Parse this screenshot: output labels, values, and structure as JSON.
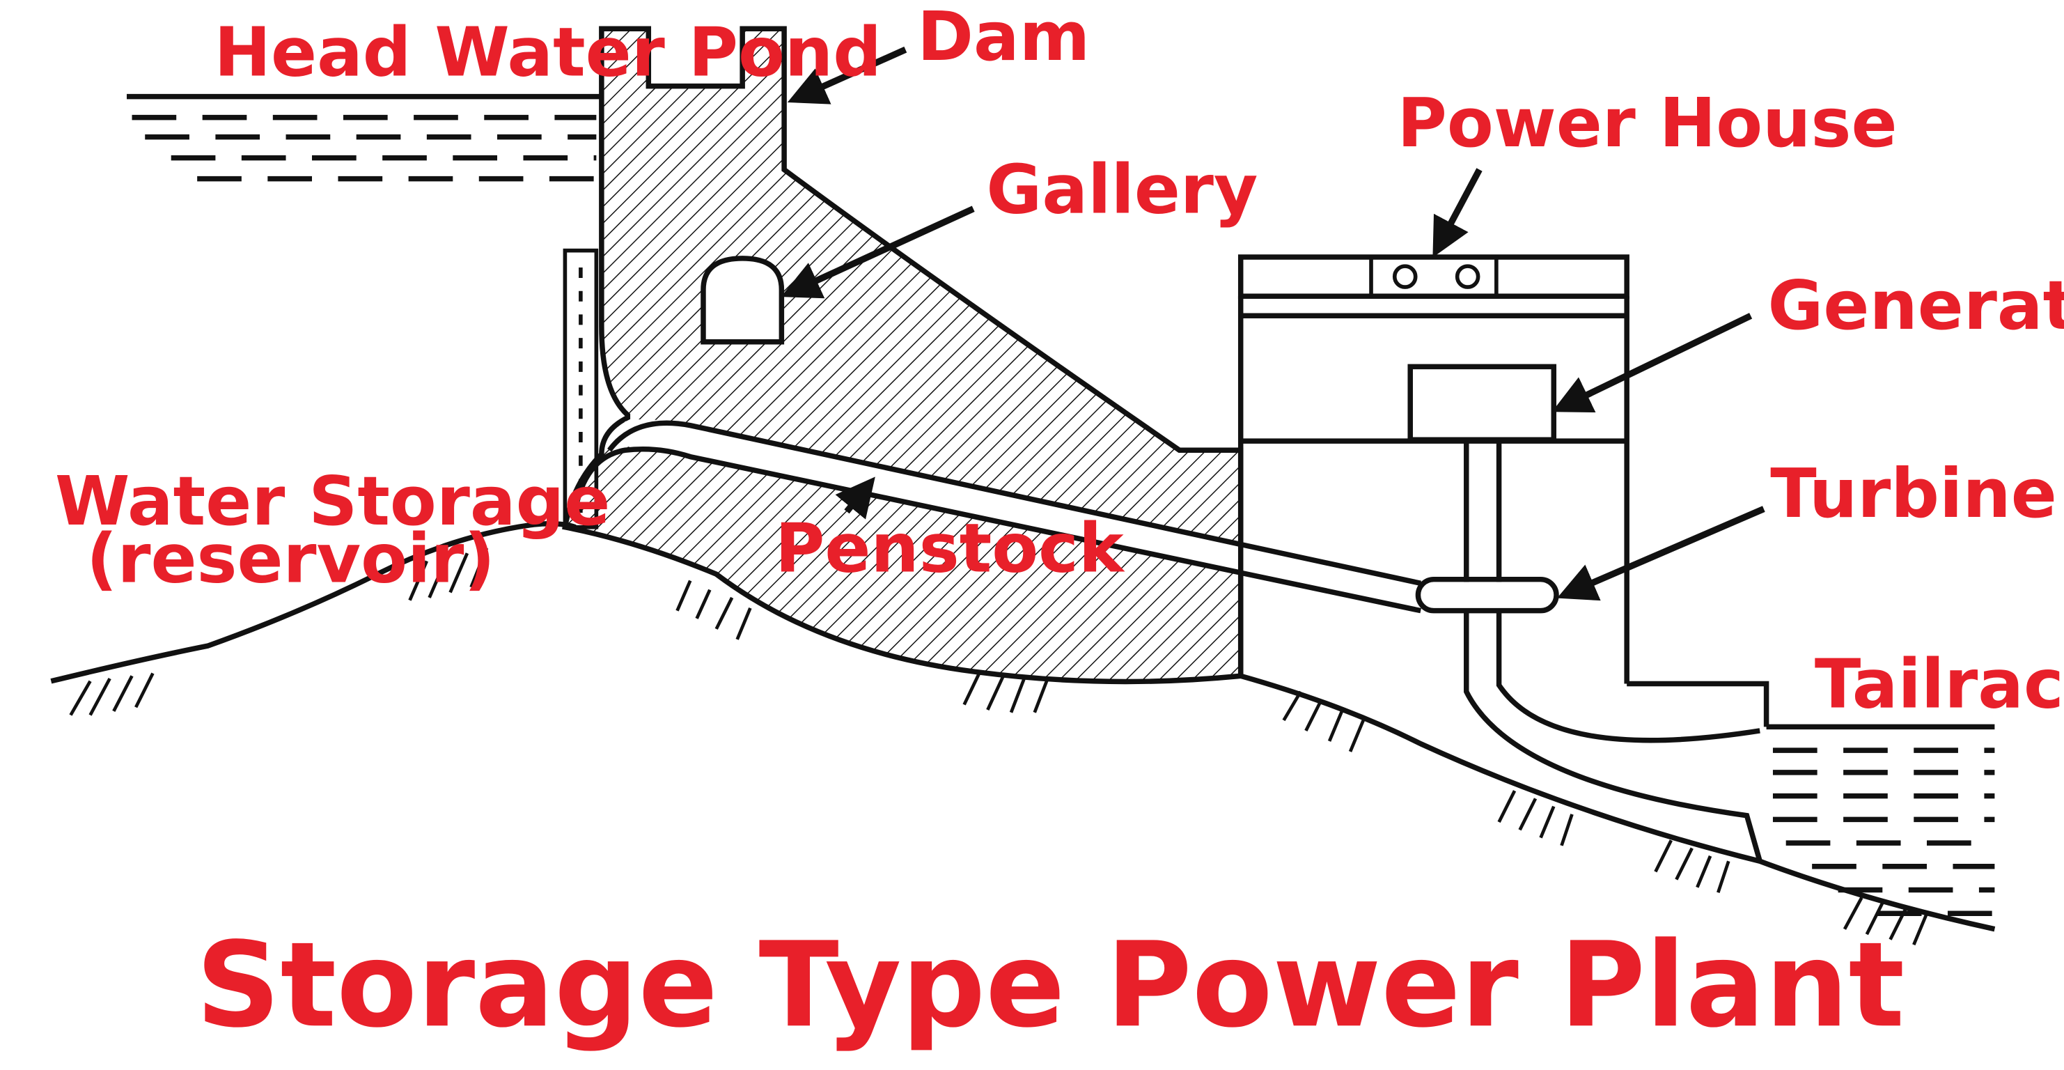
{
  "title": "Storage Type Power Plant",
  "labels": {
    "head_water_pond": "Head Water Pond",
    "dam": "Dam",
    "power_house": "Power House",
    "gallery": "Gallery",
    "generator": "Generator",
    "water_storage_line1": "Water Storage",
    "water_storage_line2": "(reservoir)",
    "turbine": "Turbine",
    "penstock": "Penstock",
    "tailrace": "Tailrace"
  },
  "colors": {
    "label": "#e8202a",
    "line": "#111111",
    "background": "#ffffff"
  }
}
